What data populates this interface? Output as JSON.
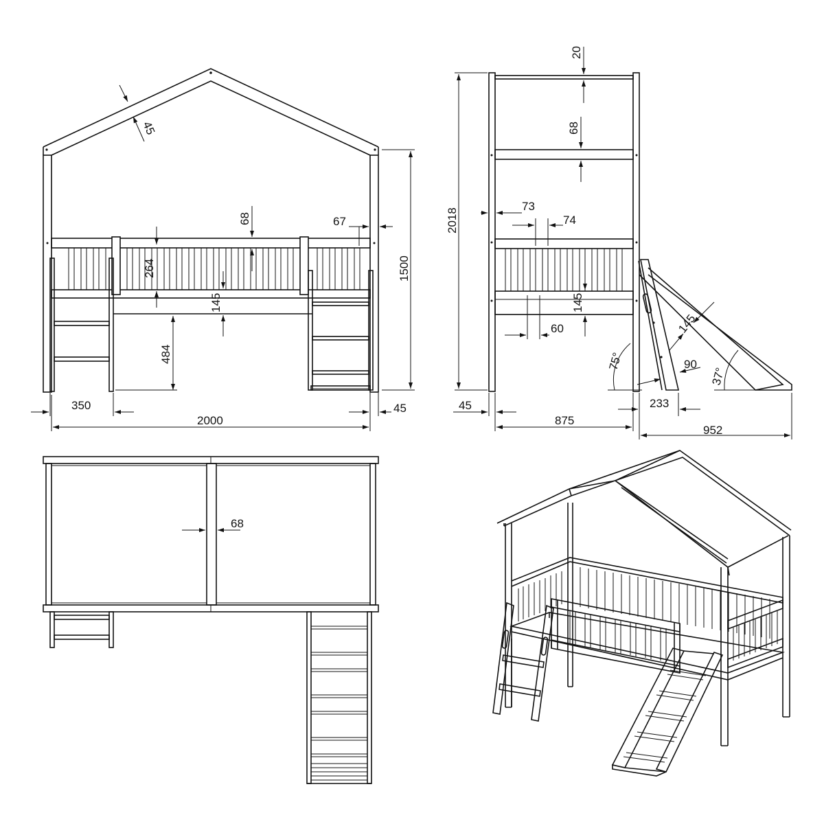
{
  "views": {
    "front": {
      "dims": {
        "roof_beam": "45",
        "rail_height": "68",
        "post_width": "67",
        "guard_height": "264",
        "side_rail": "145",
        "under_height": "484",
        "total_height": "1500",
        "ladder_width": "350",
        "total_length": "2000",
        "post_thickness": "45"
      }
    },
    "side": {
      "dims": {
        "top_rail": "20",
        "mid_rail": "68",
        "total_height": "2018",
        "slat_a": "73",
        "slat_b": "74",
        "side_rail": "145",
        "slat_gap": "60",
        "slide_width": "145",
        "ladder_angle": "75°",
        "ladder_step": "90",
        "slide_angle": "37°",
        "post_thickness": "45",
        "bed_depth": "875",
        "ladder_depth": "233",
        "slide_depth": "952"
      }
    },
    "top": {
      "dims": {
        "beam_width": "68"
      }
    }
  }
}
